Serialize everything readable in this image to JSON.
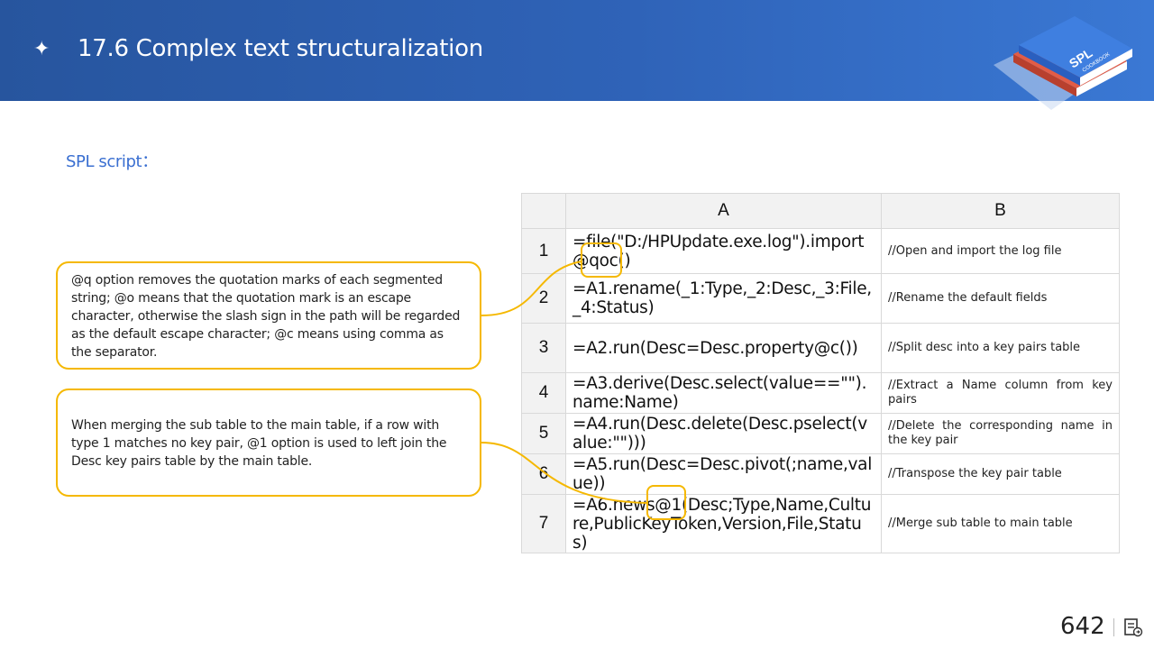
{
  "header": {
    "title": "17.6 Complex text structuralization",
    "logo_text": "SPL",
    "logo_subtext": "COOKBOOK"
  },
  "section_label": "SPL script：",
  "callouts": [
    {
      "text": "@q option removes the quotation marks of each segmented string; @o means that the quotation mark is an escape character, otherwise the slash sign in the path will be regarded as the default escape character;  @c means using comma as the separator."
    },
    {
      "text": "When merging the sub table to the main table, if a row with type 1 matches no key pair, @1 option is used to left join the Desc key pairs table by the main table."
    }
  ],
  "grid": {
    "columns": [
      "A",
      "B"
    ],
    "rows": [
      {
        "num": "1",
        "code": "=file(\"D:/HPUpdate.exe.log\").import@qoc()",
        "comment": "//Open and import the log file"
      },
      {
        "num": "2",
        "code": "=A1.rename(_1:Type,_2:Desc,_3:File,_4:Status)",
        "comment": "//Rename the default fields"
      },
      {
        "num": "3",
        "code": "=A2.run(Desc=Desc.property@c())",
        "comment": "//Split desc into a key pairs table"
      },
      {
        "num": "4",
        "code": "=A3.derive(Desc.select(value==\"\").name:Name)",
        "comment": "//Extract a Name column from key pairs"
      },
      {
        "num": "5",
        "code": "=A4.run(Desc.delete(Desc.pselect(value:\"\")))",
        "comment": "//Delete the corresponding name in the key pair"
      },
      {
        "num": "6",
        "code": "=A5.run(Desc=Desc.pivot(;name,value))",
        "comment": "//Transpose the key pair table"
      },
      {
        "num": "7",
        "code": "=A6.news@1(Desc;Type,Name,Culture,PublicKeyToken,Version,File,Status)",
        "comment": "//Merge sub table to main table"
      }
    ]
  },
  "page_number": "642",
  "colors": {
    "header_start": "#27559e",
    "header_end": "#3a78d4",
    "accent_blue": "#3a6fd1",
    "callout_border": "#f5b800"
  },
  "icons": [
    "sparkle-icon",
    "spl-cookbook-logo",
    "page-nav-icon"
  ]
}
